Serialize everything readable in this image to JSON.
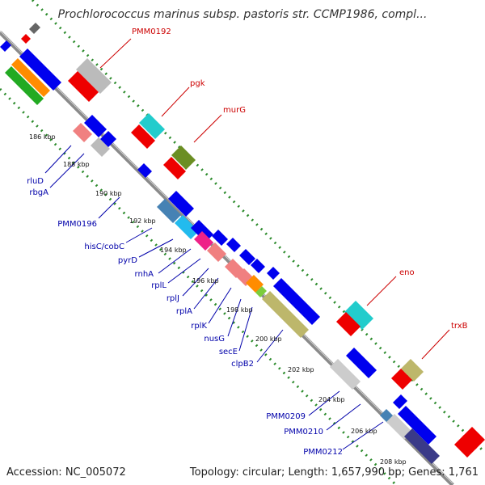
{
  "title": "Prochlorococcus marinus subsp. pastoris str. CCMP1986, compl...",
  "accession": "Accession: NC_005072",
  "summary": "Topology: circular; Length: 1,657,990 bp; Genes: 1,761",
  "colors": {
    "backbone": "#999999",
    "dots": "#2a8a2a",
    "label_top": "#cc0000",
    "label_bottom": "#0000aa",
    "cds_fwd": "#0000ee",
    "cds_rev": "#ee0000"
  },
  "top_labels": [
    "PMM0192",
    "pgk",
    "murG",
    "eno",
    "trxB"
  ],
  "bottom_labels": [
    "rluD",
    "rbgA",
    "PMM0196",
    "hisC/cobC",
    "pyrD",
    "rnhA",
    "rplL",
    "rplJ",
    "rplA",
    "rplK",
    "nusG",
    "secE",
    "clpB2",
    "PMM0209",
    "PMM0210",
    "PMM0212"
  ],
  "ticks": [
    "186 kbp",
    "188 kbp",
    "190 kbp",
    "192 kbp",
    "194 kbp",
    "196 kbp",
    "198 kbp",
    "200 kbp",
    "202 kbp",
    "204 kbp",
    "206 kbp",
    "208 kbp"
  ]
}
